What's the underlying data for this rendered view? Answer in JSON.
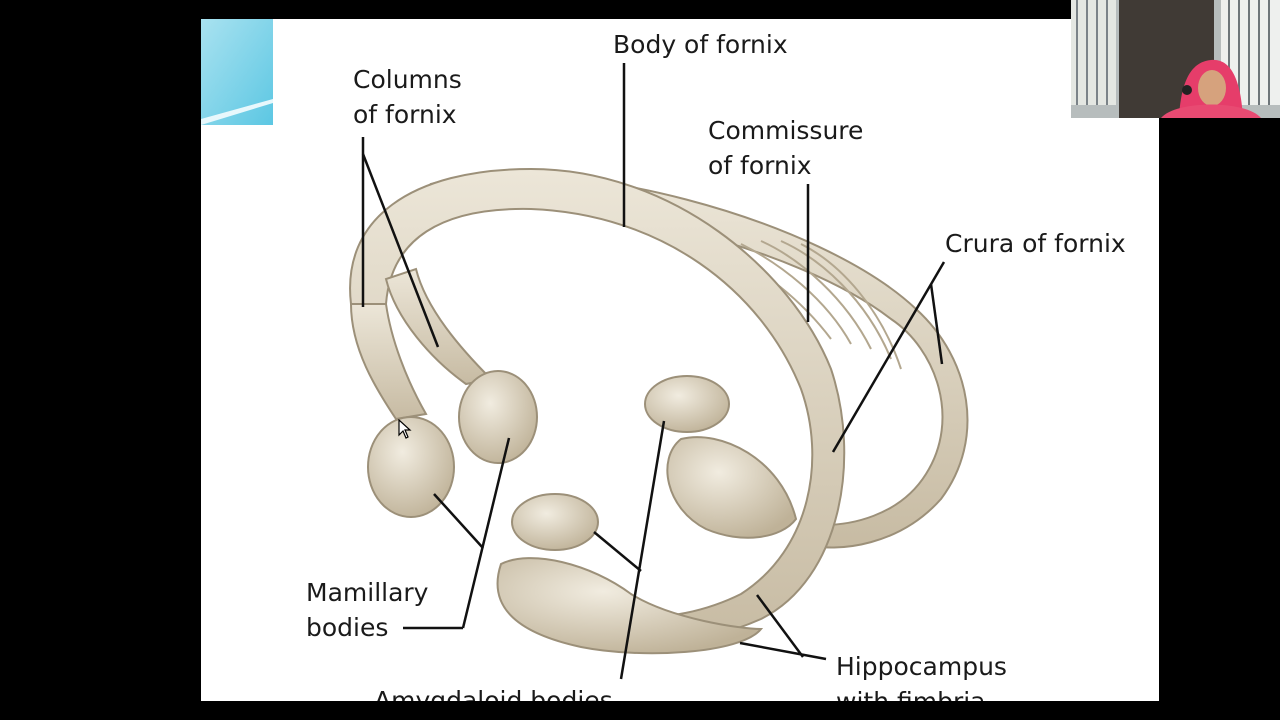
{
  "slide": {
    "labels": {
      "body_of_fornix": "Body of fornix",
      "columns_of_fornix": "Columns\nof fornix",
      "commissure_of_fornix": "Commissure\nof fornix",
      "crura_of_fornix": "Crura of fornix",
      "mamillary_bodies": "Mamillary\nbodies",
      "hippocampus_with_fimbria": "Hippocampus\nwith fimbria",
      "amygdaloid_bodies": "Amygdaloid bodies"
    },
    "colors": {
      "background": "#ffffff",
      "structure_fill": "#d9d0bd",
      "structure_shade": "#b9ad96",
      "leader_line": "#111111",
      "accent": "#7fd3ea"
    }
  },
  "webcam": {
    "subject": "presenter-video-thumbnail"
  }
}
